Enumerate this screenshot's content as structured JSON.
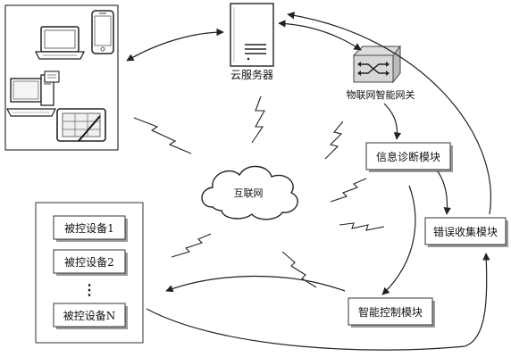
{
  "nodes": {
    "cloud_server": "云服务器",
    "iot_gateway": "物联网智能网关",
    "internet": "互联网",
    "info_diagnosis": "信息诊断模块",
    "error_collection": "错误收集模块",
    "smart_control": "智能控制模块"
  },
  "devices": {
    "items": [
      "被控设备1",
      "被控设备2",
      "被控设备N"
    ],
    "ellipsis": "⋮"
  },
  "icons": [
    "laptop-icon",
    "smartphone-icon",
    "desktop-computer-icon",
    "printer-icon",
    "tablet-icon",
    "server-icon",
    "gateway-icon",
    "cloud-icon",
    "lightning-icon"
  ],
  "colors": {
    "stroke": "#333333",
    "box_shadow": "#9a9a9a",
    "fill": "#ffffff"
  }
}
